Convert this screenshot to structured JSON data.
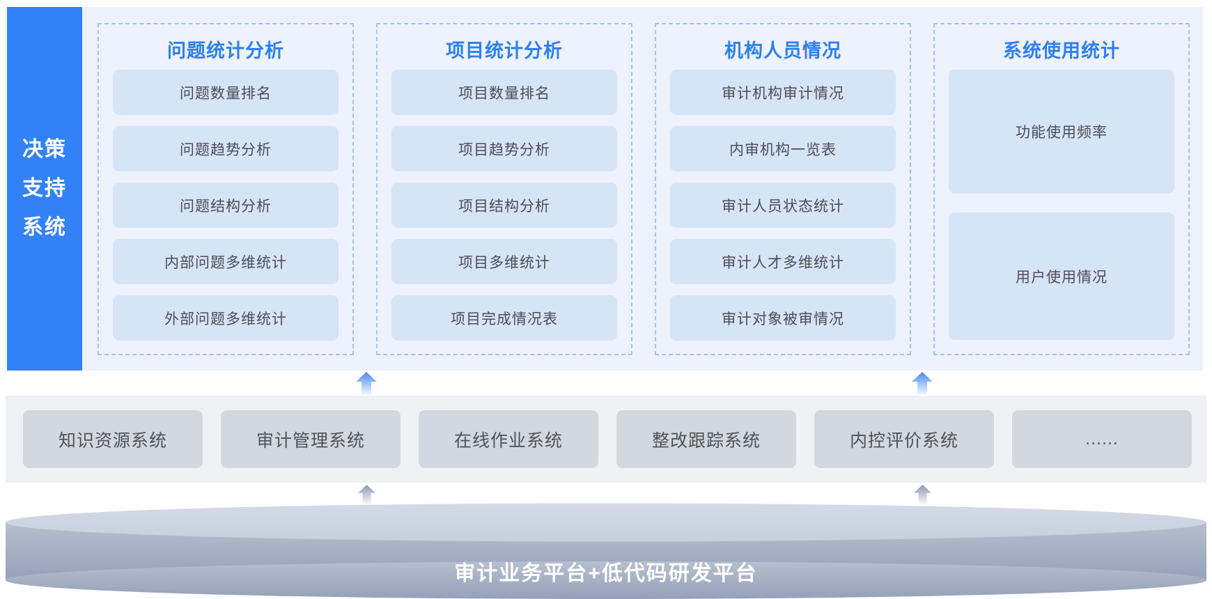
{
  "sidebar": {
    "title_lines": [
      "决策",
      "支持",
      "系统"
    ]
  },
  "columns": [
    {
      "title": "问题统计分析",
      "items": [
        "问题数量排名",
        "问题趋势分析",
        "问题结构分析",
        "内部问题多维统计",
        "外部问题多维统计"
      ]
    },
    {
      "title": "项目统计分析",
      "items": [
        "项目数量排名",
        "项目趋势分析",
        "项目结构分析",
        "项目多维统计",
        "项目完成情况表"
      ]
    },
    {
      "title": "机构人员情况",
      "items": [
        "审计机构审计情况",
        "内审机构一览表",
        "审计人员状态统计",
        "审计人才多维统计",
        "审计对象被审情况"
      ]
    },
    {
      "title": "系统使用统计",
      "items": [
        "功能使用频率",
        "用户使用情况"
      ]
    }
  ],
  "middle_row": {
    "systems": [
      "知识资源系统",
      "审计管理系统",
      "在线作业系统",
      "整改跟踪系统",
      "内控评价系统",
      "......"
    ]
  },
  "platform": {
    "label": "审计业务平台+低代码研发平台"
  },
  "colors": {
    "sidebar_blue": "#3381F6",
    "section_bg": "#EDF2FC",
    "dashed_border": "#A6C1ED",
    "column_title_blue": "#2E7FF0",
    "item_fill": "#D6E4F8",
    "item_text": "#4A4D54",
    "mid_band_bg": "#EFF1F4",
    "system_box_fill": "#D3D7DF",
    "platform_top": "#CFD7E4",
    "platform_side": "#97A2B9",
    "arrow_blue": "#4787F2",
    "arrow_gray": "#8A97B1"
  }
}
